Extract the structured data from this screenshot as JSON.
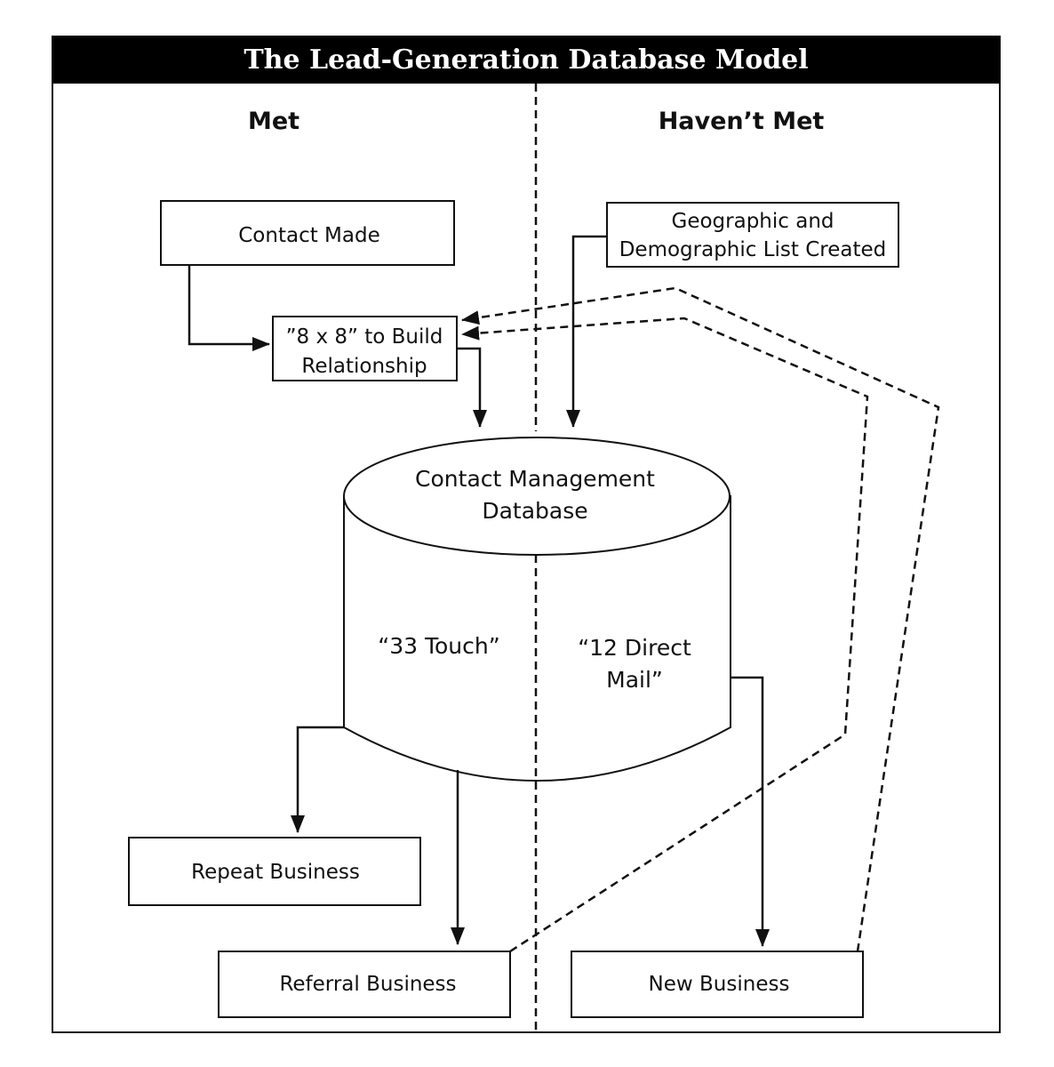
{
  "title": "The Lead-Generation Database Model",
  "columns": {
    "left": "Met",
    "right": "Haven’t Met"
  },
  "nodes": {
    "contact_made": "Contact Made",
    "geo_list_line1": "Geographic and",
    "geo_list_line2": "Demographic List Created",
    "eight_by_eight_line1": "”8 x 8” to Build",
    "eight_by_eight_line2": "Relationship",
    "database_line1": "Contact Management",
    "database_line2": "Database",
    "touch33": "“33 Touch”",
    "direct_mail_line1": "“12 Direct",
    "direct_mail_line2": "Mail”",
    "repeat_business": "Repeat Business",
    "referral_business": "Referral Business",
    "new_business": "New Business"
  },
  "colors": {
    "ink": "#111111",
    "title_bg": "#000000",
    "title_fg": "#ffffff"
  }
}
